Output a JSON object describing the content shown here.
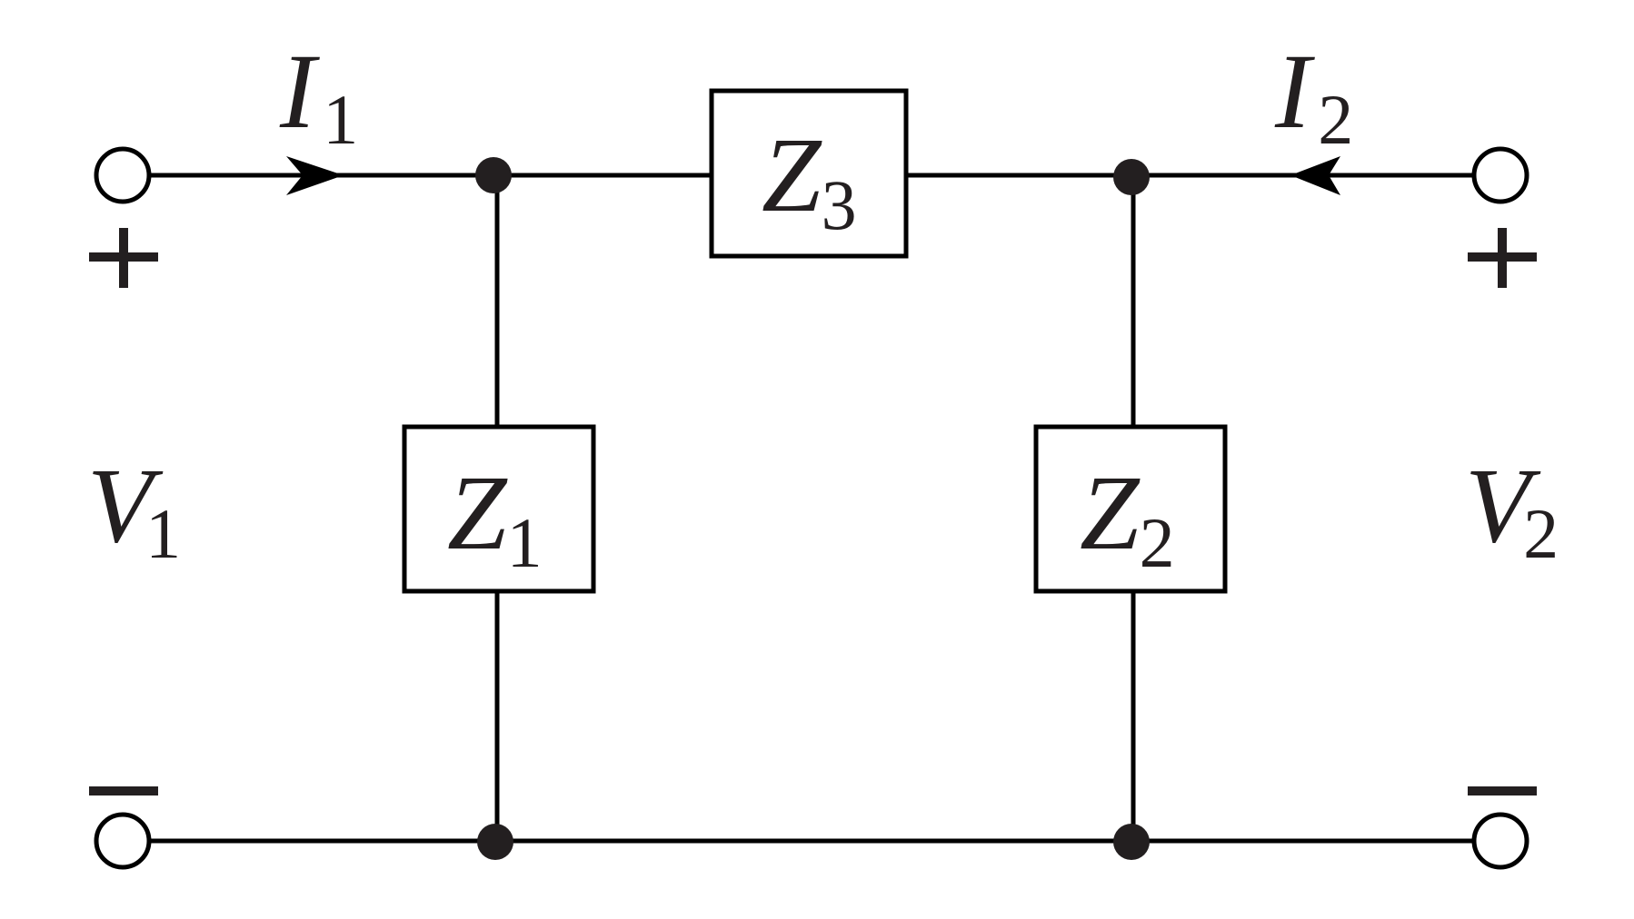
{
  "diagram": {
    "type": "two-port network (pi / T-equivalent impedance network)",
    "colors": {
      "line": "#000000",
      "fill_dark": "#231f20",
      "background": "#ffffff"
    },
    "ports": {
      "input": {
        "current": {
          "symbol": "I",
          "subscript": "1",
          "direction": "into network"
        },
        "voltage": {
          "symbol": "V",
          "subscript": "1"
        },
        "plus_sign": "+",
        "minus_sign": "−"
      },
      "output": {
        "current": {
          "symbol": "I",
          "subscript": "2",
          "direction": "into network"
        },
        "voltage": {
          "symbol": "V",
          "subscript": "2"
        },
        "plus_sign": "+",
        "minus_sign": "−"
      }
    },
    "impedances": [
      {
        "id": "Z1",
        "symbol": "Z",
        "subscript": "1",
        "connection": "shunt, input side"
      },
      {
        "id": "Z2",
        "symbol": "Z",
        "subscript": "2",
        "connection": "shunt, output side"
      },
      {
        "id": "Z3",
        "symbol": "Z",
        "subscript": "3",
        "connection": "series, top branch"
      }
    ]
  }
}
